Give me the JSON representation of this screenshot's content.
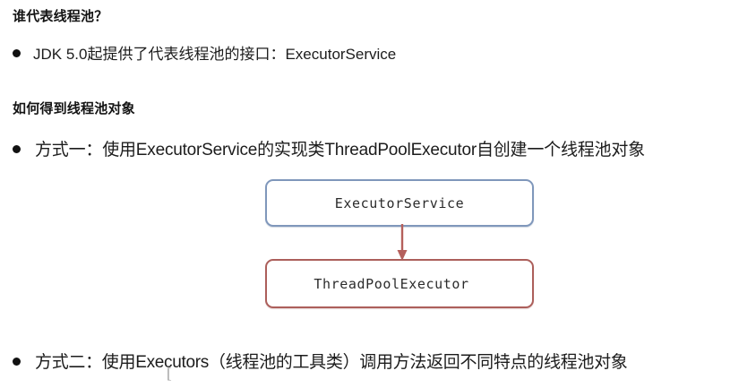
{
  "slide": {
    "background_color": "#ffffff",
    "headings": [
      {
        "id": "heading-1",
        "text": "谁代表线程池？"
      },
      {
        "id": "heading-2",
        "text": "如何得到线程池对象"
      }
    ],
    "bullets": [
      {
        "id": "bullet-jdk",
        "marker": "bullet-dot",
        "text": "JDK 5.0起提供了代表线程池的接口：ExecutorService"
      },
      {
        "id": "bullet-way-one",
        "marker": "bullet-dot",
        "text": "方式一：使用ExecutorService的实现类ThreadPoolExecutor自创建一个线程池对象"
      },
      {
        "id": "bullet-way-two",
        "marker": "bullet-dot",
        "text": "方式二：使用Executors（线程池的工具类）调用方法返回不同特点的线程池对象"
      }
    ],
    "diagram": {
      "type": "flow",
      "nodes": [
        {
          "id": "node-executorservice",
          "label": "ExecutorService",
          "border_color": "#7f97bb",
          "fill_color": "#ffffff"
        },
        {
          "id": "node-threadpoolexecutor",
          "label": "ThreadPoolExecutor",
          "border_color": "#ac5f5b",
          "fill_color": "#ffffff"
        }
      ],
      "connector": {
        "from": "node-executorservice",
        "to": "node-threadpoolexecutor",
        "direction": "down",
        "color": "#b5605c"
      }
    },
    "artifact": {
      "text": "["
    }
  }
}
